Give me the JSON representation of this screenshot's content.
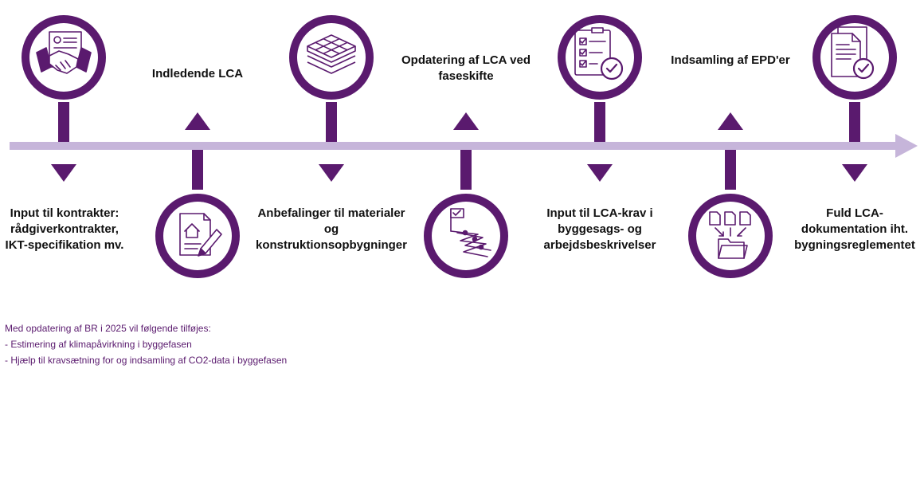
{
  "colors": {
    "accent": "#5a1a6e",
    "timeline": "#c6b5da",
    "icon_bg": "#ffffff"
  },
  "steps": [
    {
      "label": "Input til kontrakter:\nrådgiverkontrakter,\nIKT-specifikation mv.",
      "icon": "handshake-contract-icon"
    },
    {
      "label": "Indledende LCA",
      "icon": "house-document-pen-icon"
    },
    {
      "label": "Anbefalinger til materialer\nog\nkonstruktionsopbygninger",
      "icon": "material-layers-icon"
    },
    {
      "label": "Opdatering af LCA ved\nfaseskifte",
      "icon": "milestone-path-icon"
    },
    {
      "label": "Input til LCA-krav i\nbyggesags- og\narbejdsbeskrivelser",
      "icon": "checklist-approved-icon"
    },
    {
      "label": "Indsamling af EPD'er",
      "icon": "documents-to-folder-icon"
    },
    {
      "label": "Fuld LCA-\ndokumentation iht.\nbygningsreglementet",
      "icon": "document-approved-icon"
    }
  ],
  "note": {
    "heading": "Med opdatering af BR i 2025 vil følgende tilføjes:",
    "items": [
      "- Estimering af klimapåvirkning i byggefasen",
      "- Hjælp til kravsætning for og indsamling af CO2-data i byggefasen"
    ]
  }
}
